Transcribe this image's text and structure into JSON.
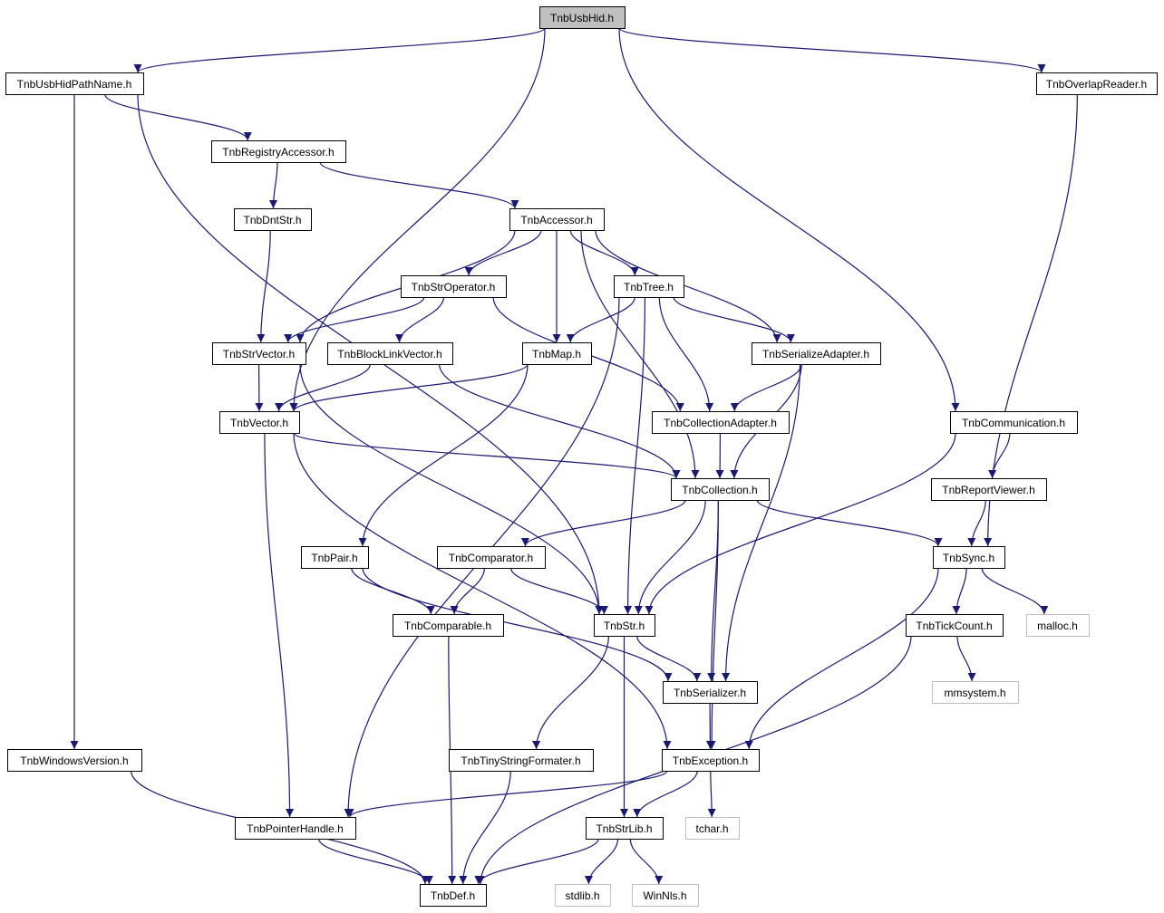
{
  "graph": {
    "title": "TnbUsbHid.h",
    "nodes": [
      {
        "id": "usbhid",
        "label": "TnbUsbHid.h",
        "kind": "root"
      },
      {
        "id": "usbhidpath",
        "label": "TnbUsbHidPathName.h",
        "kind": "header"
      },
      {
        "id": "overlap",
        "label": "TnbOverlapReader.h",
        "kind": "header"
      },
      {
        "id": "registry",
        "label": "TnbRegistryAccessor.h",
        "kind": "header"
      },
      {
        "id": "dntstr",
        "label": "TnbDntStr.h",
        "kind": "header"
      },
      {
        "id": "accessor",
        "label": "TnbAccessor.h",
        "kind": "header"
      },
      {
        "id": "stroperator",
        "label": "TnbStrOperator.h",
        "kind": "header"
      },
      {
        "id": "tree",
        "label": "TnbTree.h",
        "kind": "header"
      },
      {
        "id": "strvector",
        "label": "TnbStrVector.h",
        "kind": "header"
      },
      {
        "id": "blocklink",
        "label": "TnbBlockLinkVector.h",
        "kind": "header"
      },
      {
        "id": "map",
        "label": "TnbMap.h",
        "kind": "header"
      },
      {
        "id": "serializeadapter",
        "label": "TnbSerializeAdapter.h",
        "kind": "header"
      },
      {
        "id": "vector",
        "label": "TnbVector.h",
        "kind": "header"
      },
      {
        "id": "collectionadapter",
        "label": "TnbCollectionAdapter.h",
        "kind": "header"
      },
      {
        "id": "communication",
        "label": "TnbCommunication.h",
        "kind": "header"
      },
      {
        "id": "collection",
        "label": "TnbCollection.h",
        "kind": "header"
      },
      {
        "id": "reportviewer",
        "label": "TnbReportViewer.h",
        "kind": "header"
      },
      {
        "id": "pair",
        "label": "TnbPair.h",
        "kind": "header"
      },
      {
        "id": "comparator",
        "label": "TnbComparator.h",
        "kind": "header"
      },
      {
        "id": "sync",
        "label": "TnbSync.h",
        "kind": "header"
      },
      {
        "id": "comparable",
        "label": "TnbComparable.h",
        "kind": "header"
      },
      {
        "id": "str",
        "label": "TnbStr.h",
        "kind": "header"
      },
      {
        "id": "tickcount",
        "label": "TnbTickCount.h",
        "kind": "header"
      },
      {
        "id": "malloc",
        "label": "malloc.h",
        "kind": "external"
      },
      {
        "id": "serializer",
        "label": "TnbSerializer.h",
        "kind": "header"
      },
      {
        "id": "mmsystem",
        "label": "mmsystem.h",
        "kind": "external"
      },
      {
        "id": "windowsversion",
        "label": "TnbWindowsVersion.h",
        "kind": "header"
      },
      {
        "id": "tinystring",
        "label": "TnbTinyStringFormater.h",
        "kind": "header"
      },
      {
        "id": "exception",
        "label": "TnbException.h",
        "kind": "header"
      },
      {
        "id": "pointerhandle",
        "label": "TnbPointerHandle.h",
        "kind": "header"
      },
      {
        "id": "strlib",
        "label": "TnbStrLib.h",
        "kind": "header"
      },
      {
        "id": "tchar",
        "label": "tchar.h",
        "kind": "external"
      },
      {
        "id": "def",
        "label": "TnbDef.h",
        "kind": "header"
      },
      {
        "id": "stdlib",
        "label": "stdlib.h",
        "kind": "external"
      },
      {
        "id": "winnls",
        "label": "WinNls.h",
        "kind": "external"
      }
    ],
    "edges": [
      {
        "from": "usbhid",
        "to": "usbhidpath"
      },
      {
        "from": "usbhid",
        "to": "overlap"
      },
      {
        "from": "usbhid",
        "to": "vector"
      },
      {
        "from": "usbhid",
        "to": "communication"
      },
      {
        "from": "usbhidpath",
        "to": "registry"
      },
      {
        "from": "usbhidpath",
        "to": "windowsversion"
      },
      {
        "from": "usbhidpath",
        "to": "str"
      },
      {
        "from": "overlap",
        "to": "sync"
      },
      {
        "from": "registry",
        "to": "dntstr"
      },
      {
        "from": "registry",
        "to": "accessor"
      },
      {
        "from": "dntstr",
        "to": "strvector"
      },
      {
        "from": "accessor",
        "to": "stroperator"
      },
      {
        "from": "accessor",
        "to": "tree"
      },
      {
        "from": "accessor",
        "to": "map"
      },
      {
        "from": "accessor",
        "to": "strvector"
      },
      {
        "from": "accessor",
        "to": "serializeadapter"
      },
      {
        "from": "accessor",
        "to": "collection"
      },
      {
        "from": "stroperator",
        "to": "strvector"
      },
      {
        "from": "stroperator",
        "to": "blocklink"
      },
      {
        "from": "stroperator",
        "to": "collectionadapter"
      },
      {
        "from": "tree",
        "to": "map"
      },
      {
        "from": "tree",
        "to": "serializeadapter"
      },
      {
        "from": "tree",
        "to": "collectionadapter"
      },
      {
        "from": "tree",
        "to": "str"
      },
      {
        "from": "tree",
        "to": "pointerhandle"
      },
      {
        "from": "strvector",
        "to": "vector"
      },
      {
        "from": "strvector",
        "to": "str"
      },
      {
        "from": "blocklink",
        "to": "vector"
      },
      {
        "from": "blocklink",
        "to": "collection"
      },
      {
        "from": "map",
        "to": "vector"
      },
      {
        "from": "map",
        "to": "pair"
      },
      {
        "from": "serializeadapter",
        "to": "collectionadapter"
      },
      {
        "from": "serializeadapter",
        "to": "collection"
      },
      {
        "from": "serializeadapter",
        "to": "serializer"
      },
      {
        "from": "vector",
        "to": "collection"
      },
      {
        "from": "vector",
        "to": "exception"
      },
      {
        "from": "vector",
        "to": "pointerhandle"
      },
      {
        "from": "collectionadapter",
        "to": "collection"
      },
      {
        "from": "communication",
        "to": "reportviewer"
      },
      {
        "from": "communication",
        "to": "str"
      },
      {
        "from": "collection",
        "to": "comparator"
      },
      {
        "from": "collection",
        "to": "str"
      },
      {
        "from": "collection",
        "to": "serializer"
      },
      {
        "from": "collection",
        "to": "exception"
      },
      {
        "from": "collection",
        "to": "sync"
      },
      {
        "from": "reportviewer",
        "to": "sync"
      },
      {
        "from": "pair",
        "to": "comparable"
      },
      {
        "from": "pair",
        "to": "serializer"
      },
      {
        "from": "comparator",
        "to": "comparable"
      },
      {
        "from": "comparator",
        "to": "str"
      },
      {
        "from": "sync",
        "to": "tickcount"
      },
      {
        "from": "sync",
        "to": "malloc"
      },
      {
        "from": "sync",
        "to": "exception"
      },
      {
        "from": "comparable",
        "to": "def"
      },
      {
        "from": "str",
        "to": "serializer"
      },
      {
        "from": "str",
        "to": "tinystring"
      },
      {
        "from": "str",
        "to": "strlib"
      },
      {
        "from": "tickcount",
        "to": "mmsystem"
      },
      {
        "from": "tickcount",
        "to": "def"
      },
      {
        "from": "serializer",
        "to": "exception"
      },
      {
        "from": "windowsversion",
        "to": "def"
      },
      {
        "from": "tinystring",
        "to": "def"
      },
      {
        "from": "exception",
        "to": "pointerhandle"
      },
      {
        "from": "exception",
        "to": "strlib"
      },
      {
        "from": "exception",
        "to": "tchar"
      },
      {
        "from": "pointerhandle",
        "to": "def"
      },
      {
        "from": "strlib",
        "to": "def"
      },
      {
        "from": "strlib",
        "to": "stdlib"
      },
      {
        "from": "strlib",
        "to": "winnls"
      }
    ]
  }
}
